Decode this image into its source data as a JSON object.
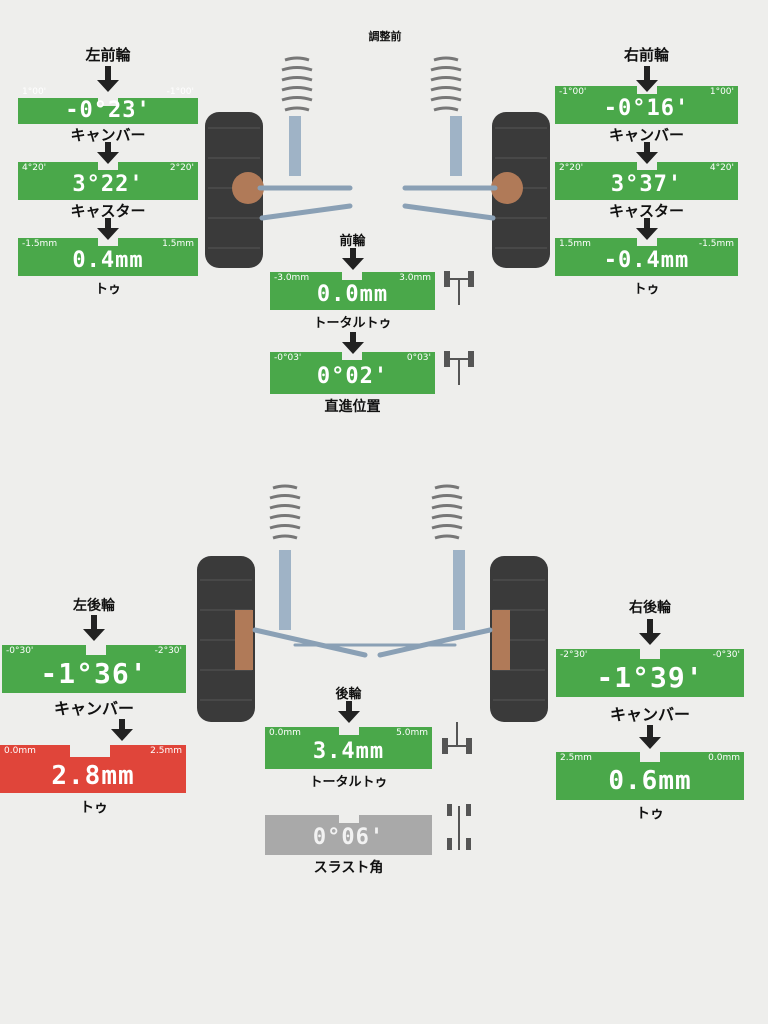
{
  "header": {
    "title": "調整前"
  },
  "colors": {
    "green": "#4aa84a",
    "red": "#e0453a",
    "gray": "#a9a9a9"
  },
  "front": {
    "left_label": "左前輪",
    "right_label": "右前輪",
    "center_label": "前輪",
    "left_camber": {
      "min": "1°00'",
      "max": "-1°00'",
      "value": "-0°23'",
      "label": "キャンバー"
    },
    "left_caster": {
      "min": "4°20'",
      "max": "2°20'",
      "value": "3°22'",
      "label": "キャスター"
    },
    "left_toe": {
      "min": "-1.5mm",
      "max": "1.5mm",
      "value": "0.4mm",
      "label": "トゥ"
    },
    "right_camber": {
      "min": "-1°00'",
      "max": "1°00'",
      "value": "-0°16'",
      "label": "キャンバー"
    },
    "right_caster": {
      "min": "2°20'",
      "max": "4°20'",
      "value": "3°37'",
      "label": "キャスター"
    },
    "right_toe": {
      "min": "1.5mm",
      "max": "-1.5mm",
      "value": "-0.4mm",
      "label": "トゥ"
    },
    "total_toe": {
      "min": "-3.0mm",
      "max": "3.0mm",
      "value": "0.0mm",
      "label": "トータルトゥ"
    },
    "straight": {
      "min": "-0°03'",
      "max": "0°03'",
      "value": "0°02'",
      "label": "直進位置"
    }
  },
  "rear": {
    "left_label": "左後輪",
    "right_label": "右後輪",
    "center_label": "後輪",
    "left_camber": {
      "min": "-0°30'",
      "max": "-2°30'",
      "value": "-1°36'",
      "label": "キャンバー"
    },
    "left_toe": {
      "min": "0.0mm",
      "max": "2.5mm",
      "value": "2.8mm",
      "label": "トゥ"
    },
    "right_camber": {
      "min": "-2°30'",
      "max": "-0°30'",
      "value": "-1°39'",
      "label": "キャンバー"
    },
    "right_toe": {
      "min": "2.5mm",
      "max": "0.0mm",
      "value": "0.6mm",
      "label": "トゥ"
    },
    "total_toe": {
      "min": "0.0mm",
      "max": "5.0mm",
      "value": "3.4mm",
      "label": "トータルトゥ"
    },
    "thrust": {
      "value": "0°06'",
      "label": "スラスト角"
    }
  }
}
